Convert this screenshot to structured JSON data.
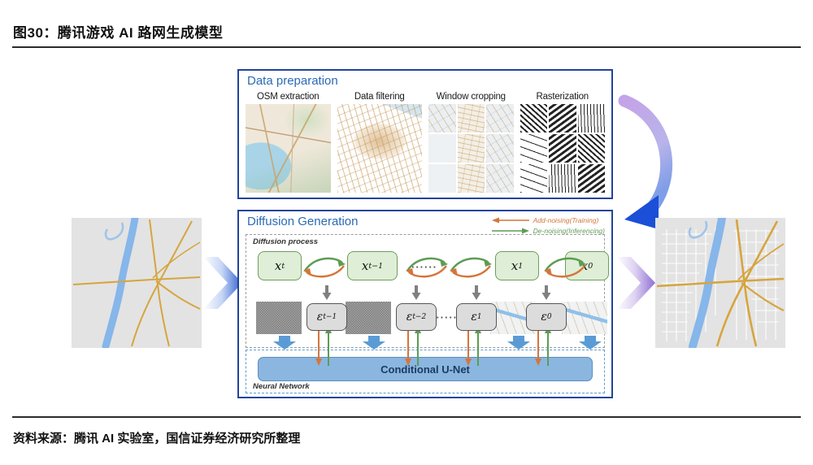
{
  "figure": {
    "title": "图30：腾讯游戏 AI 路网生成模型",
    "source": "资料来源：腾讯 AI 实验室，国信证券经济研究所整理"
  },
  "colors": {
    "panel_border": "#21449b",
    "panel_heading": "#2a6ab5",
    "add_noising": "#d4763a",
    "de_noising": "#5d9c53",
    "unet_fill": "#8ab6e0",
    "x_box_fill": "#dfeed6",
    "eps_box_fill": "#dcdcdc",
    "rule": "#2b2b2b"
  },
  "data_preparation": {
    "heading": "Data preparation",
    "steps": [
      {
        "label": "OSM extraction",
        "thumb": "osm-map-terrain"
      },
      {
        "label": "Data filtering",
        "thumb": "road-network-white"
      },
      {
        "label": "Window cropping",
        "thumb": "map-crop-grid-3x3"
      },
      {
        "label": "Rasterization",
        "thumb": "binary-raster-grid-3x3"
      }
    ]
  },
  "diffusion_generation": {
    "heading": "Diffusion Generation",
    "legend": [
      {
        "label": "Add-noising(Training)",
        "color": "#d4763a",
        "direction": "left"
      },
      {
        "label": "De-noising(Inferencing)",
        "color": "#5d9c53",
        "direction": "right"
      }
    ],
    "process_label": "Diffusion process",
    "neural_network_label": "Neural Network",
    "unet_label": "Conditional U-Net",
    "latents": [
      {
        "base": "x",
        "sub": "t"
      },
      {
        "base": "x",
        "sub": "t−1"
      },
      {
        "base": "x",
        "sub": "1"
      },
      {
        "base": "x",
        "sub": "0"
      }
    ],
    "noise_predictors": [
      {
        "base": "ε",
        "sub": "t−1"
      },
      {
        "base": "ε",
        "sub": "t−2"
      },
      {
        "base": "ε",
        "sub": "1"
      },
      {
        "base": "ε",
        "sub": "0"
      }
    ],
    "ellipsis": "······"
  },
  "side_maps": {
    "input": {
      "name": "sparse-road-map",
      "bg": "#e3e3e3",
      "river": "#86b6ea",
      "roads": "#d6a53f"
    },
    "output": {
      "name": "dense-road-map",
      "bg": "#e3e3e3",
      "river": "#86b6ea",
      "roads": "#d6a53f",
      "streets": "#ffffff"
    }
  },
  "arrows": {
    "input_chevron": "blue-chevron-right",
    "output_chevron": "purple-chevron-right",
    "feedback_curve": "curved-gradient-arrow-down-left"
  }
}
